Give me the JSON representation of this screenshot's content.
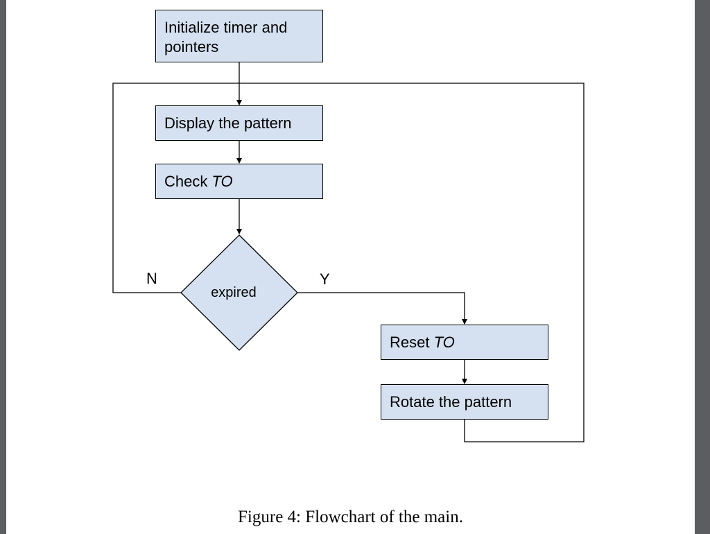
{
  "nodes": {
    "init": "Initialize timer and pointers",
    "display": "Display the pattern",
    "check_prefix": "Check ",
    "check_var": "TO",
    "decision": "expired",
    "reset_prefix": "Reset ",
    "reset_var": "TO",
    "rotate": "Rotate the pattern"
  },
  "edges": {
    "no_label": "N",
    "yes_label": "Y"
  },
  "caption": "Figure 4: Flowchart of the main."
}
